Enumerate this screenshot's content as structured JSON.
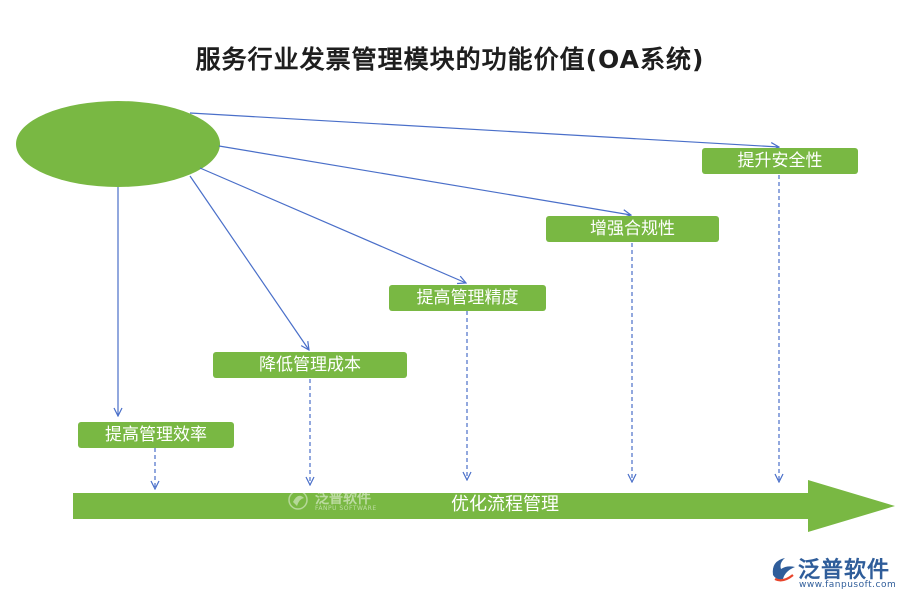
{
  "title": "服务行业发票管理模块的功能价值(OA系统)",
  "nodes": [
    {
      "label": "提高管理效率"
    },
    {
      "label": "降低管理成本"
    },
    {
      "label": "提高管理精度"
    },
    {
      "label": "增强合规性"
    },
    {
      "label": "提升安全性"
    }
  ],
  "bottom_arrow": {
    "label": "优化流程管理"
  },
  "watermark": {
    "name": "泛普软件",
    "sub": "FANPU SOFTWARE"
  },
  "brand": {
    "name": "泛普软件",
    "url": "www.fanpusoft.com"
  },
  "colors": {
    "green": "#79b843",
    "connector": "#4a6fc9",
    "brand": "#2f5d9a"
  },
  "icons": {
    "watermark": "fanpu-logo-icon",
    "brand": "fanpu-logo-icon"
  }
}
